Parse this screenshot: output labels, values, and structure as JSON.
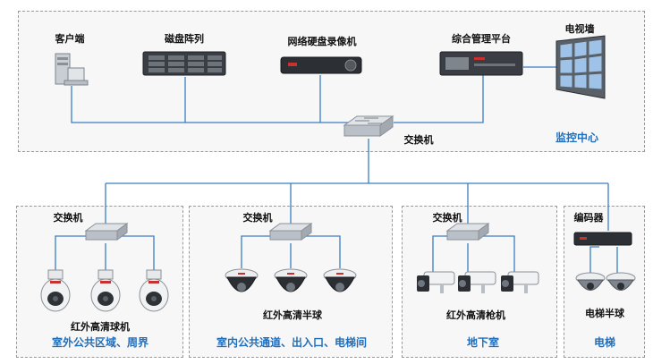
{
  "monitor_center": {
    "client": "客户端",
    "disk_array": "磁盘阵列",
    "nvr": "网络硬盘录像机",
    "platform": "综合管理平台",
    "video_wall": "电视墙",
    "core_switch": "交换机",
    "zone": "监控中心"
  },
  "areas": [
    {
      "switch": "交换机",
      "device": "红外高清球机",
      "zone": "室外公共区域、周界"
    },
    {
      "switch": "交换机",
      "device": "红外高清半球",
      "zone": "室内公共通道、出入口、电梯间"
    },
    {
      "switch": "交换机",
      "device": "红外高清枪机",
      "zone": "地下室"
    },
    {
      "switch": "编码器",
      "device": "电梯半球",
      "zone": "电梯"
    }
  ],
  "colors": {
    "wire": "#3b7dc4",
    "zone_text": "#1f6fbf"
  }
}
